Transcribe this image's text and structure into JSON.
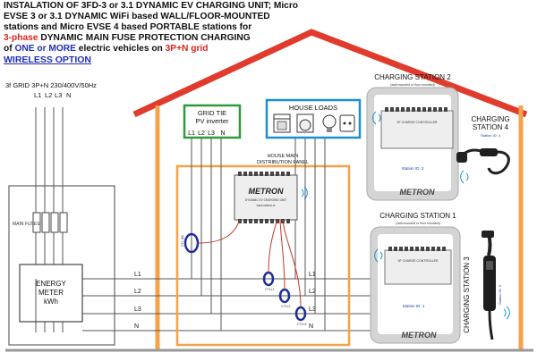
{
  "title": {
    "line1": "INSTALATION OF 3FD-3 or 3.1 DYNAMIC EV CHARGING UNIT; Micro",
    "line2": "EVSE 3 or 3.1 DYNAMIC WiFi based WALL/FLOOR-MOUNTED",
    "line3": "stations and Micro EVSE 4 based PORTABLE stations for",
    "line4_red": "3-phase",
    "line4_rest": " DYNAMIC MAIN FUSE PROTECTION CHARGING",
    "line5_pre": "of ",
    "line5_blue": "ONE or MORE",
    "line5_mid": " electric vehicles on ",
    "line5_red": "3P+N grid",
    "line6": "WIRELESS OPTION"
  },
  "grid": {
    "label": "3f GRID 3P+N 230/400V/50Hz",
    "phases": [
      "L1",
      "L2",
      "L3",
      "N"
    ]
  },
  "main_fuses_label": "MAIN FUSES",
  "energy_meter": {
    "line1": "ENERGY",
    "line2": "METER",
    "line3": "kWh"
  },
  "lines": [
    "L1",
    "L2",
    "L3",
    "N"
  ],
  "grid_tie": {
    "title1": "GRID TIE",
    "title2": "PV inverter",
    "terminals": [
      "L1",
      "L2",
      "L3",
      "N"
    ]
  },
  "house_loads": {
    "title": "HOUSE LOADS"
  },
  "distribution_panel": {
    "line1": "HOUSE MAIN",
    "line2": "DISTRIBUTION PANEL"
  },
  "metron_unit": {
    "brand": "METRON",
    "text1": "DYNAMIC EV CHARGING UNIT",
    "text2": "www.metron.si"
  },
  "ct_labels": [
    "CT1 (M)",
    "CT1L1",
    "CT1L2",
    "CT1L3"
  ],
  "station1": {
    "title": "CHARGING STATION 1",
    "subtitle": "(wall mounted or floor mounted)",
    "panel_text": "3F CHARGE CONTROLLER",
    "id": "Station ID: 1",
    "brand": "METRON"
  },
  "station2": {
    "title": "CHARGING STATION 2",
    "subtitle": "(wall mounted or floor mounted)",
    "panel_text": "3F CHARGE CONTROLLER",
    "id": "Station ID: 2",
    "brand": "METRON"
  },
  "station3": {
    "title": "CHARGING STATION 3",
    "id": "Station ID: 3"
  },
  "station4": {
    "title1": "CHARGING",
    "title2": "STATION 4",
    "id": "Station ID: 4"
  },
  "colors": {
    "roof": "#e03b2c",
    "orange": "#f4a34a",
    "green": "#2f9a3d",
    "blue": "#1b8fd1",
    "ct": "#1d2d9a",
    "wire": "#555555"
  }
}
